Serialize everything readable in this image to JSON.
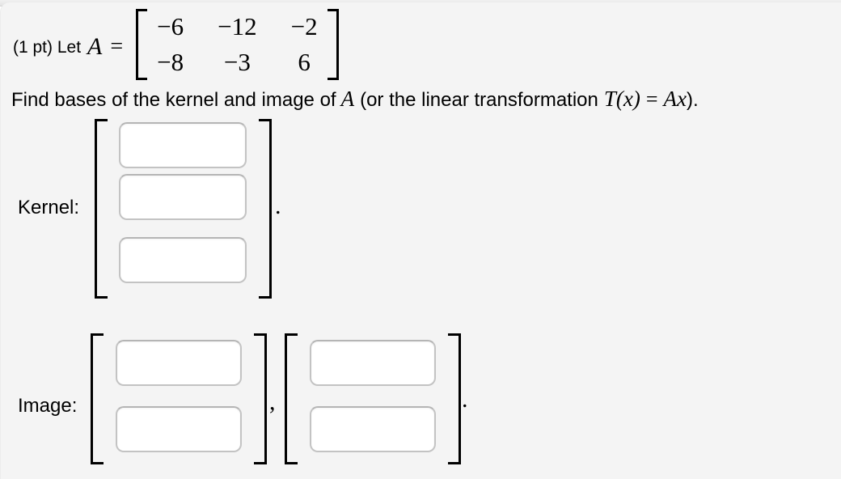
{
  "problem": {
    "points_label": "(1 pt) Let",
    "matrix_name": "A",
    "equals_sign": "=",
    "matrix_rows": [
      [
        "−6",
        "−12",
        "−2"
      ],
      [
        "−8",
        "−3",
        "6"
      ]
    ],
    "prompt": {
      "part1": "Find bases of the kernel and image of",
      "math_a": "A",
      "part2": "(or the linear transformation",
      "math_tx": "T(x)",
      "equals": "=",
      "math_ax": "Ax",
      "part3": ")."
    }
  },
  "kernel": {
    "label": "Kernel:",
    "entries": [
      "",
      "",
      ""
    ],
    "period": "."
  },
  "image": {
    "label": "Image:",
    "vector1": [
      "",
      ""
    ],
    "vector2": [
      "",
      ""
    ],
    "comma": ",",
    "period": "."
  },
  "colors": {
    "panel_background": "#f4f4f4",
    "input_border": "#c3c3c3",
    "text": "#000000"
  }
}
